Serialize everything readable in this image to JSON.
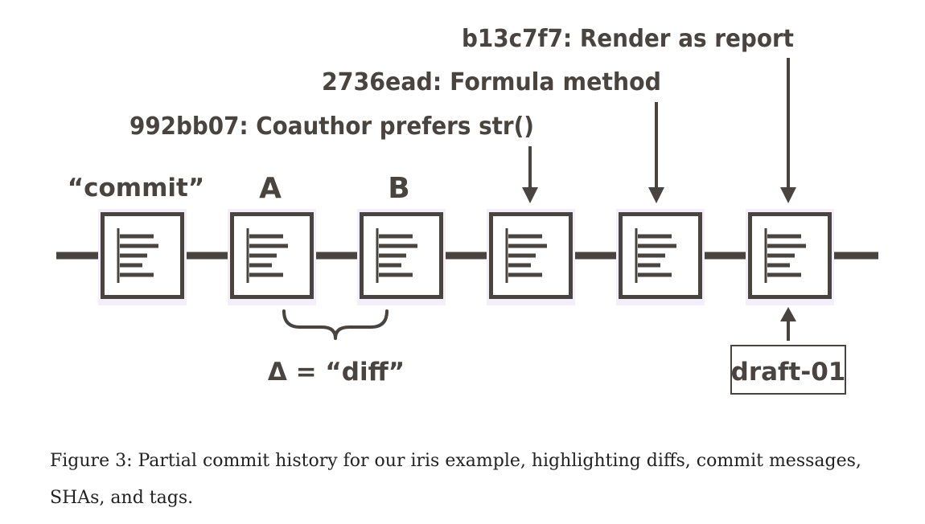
{
  "labels": {
    "commit": "“commit”",
    "a": "A",
    "b": "B",
    "diff": "Δ = “diff”"
  },
  "messages": [
    "992bb07: Coauthor prefers str()",
    "2736ead: Formula method",
    "b13c7f7: Render as report"
  ],
  "tag": "draft-01",
  "caption": "Figure 3: Partial commit history for our iris example, highlighting diffs, commit messages, SHAs, and tags.",
  "colors": {
    "ink": "#4a4440",
    "doc_fill": "#ffffff",
    "doc_shadow": "#f2eefa",
    "caption_text": "#222222"
  },
  "commit_count": 6,
  "icons": [
    "document-icon",
    "arrow-down-icon",
    "arrow-up-icon",
    "brace-icon"
  ]
}
